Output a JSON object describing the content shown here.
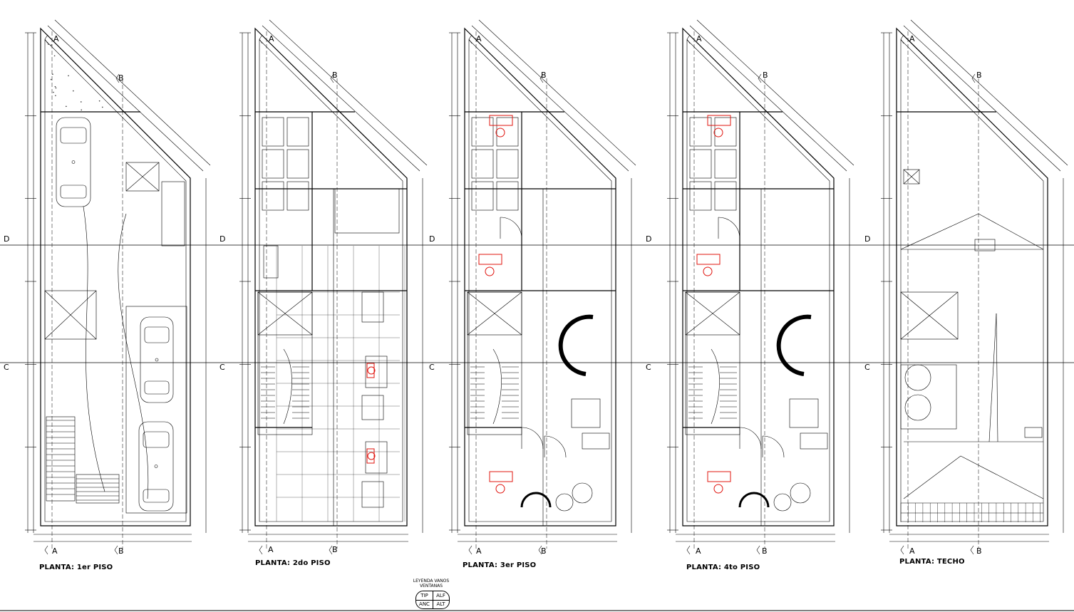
{
  "plans": [
    {
      "id": "p1",
      "title": "PLANTA: 1er PISO"
    },
    {
      "id": "p2",
      "title": "PLANTA: 2do PISO"
    },
    {
      "id": "p3",
      "title": "PLANTA: 3er PISO"
    },
    {
      "id": "p4",
      "title": "PLANTA: 4to PISO"
    },
    {
      "id": "p5",
      "title": "PLANTA: TECHO"
    }
  ],
  "section_labels": {
    "a": "A",
    "b": "B",
    "c": "C",
    "d": "D"
  },
  "legend": {
    "title_line1": "LEYENDA VANOS",
    "title_line2": "VENTANAS",
    "cells": [
      "TIP",
      "ALF",
      "ANC",
      "ALT"
    ]
  },
  "colors": {
    "line": "#000000",
    "furniture_accent": "#e0140e",
    "hatch": "#333333"
  }
}
